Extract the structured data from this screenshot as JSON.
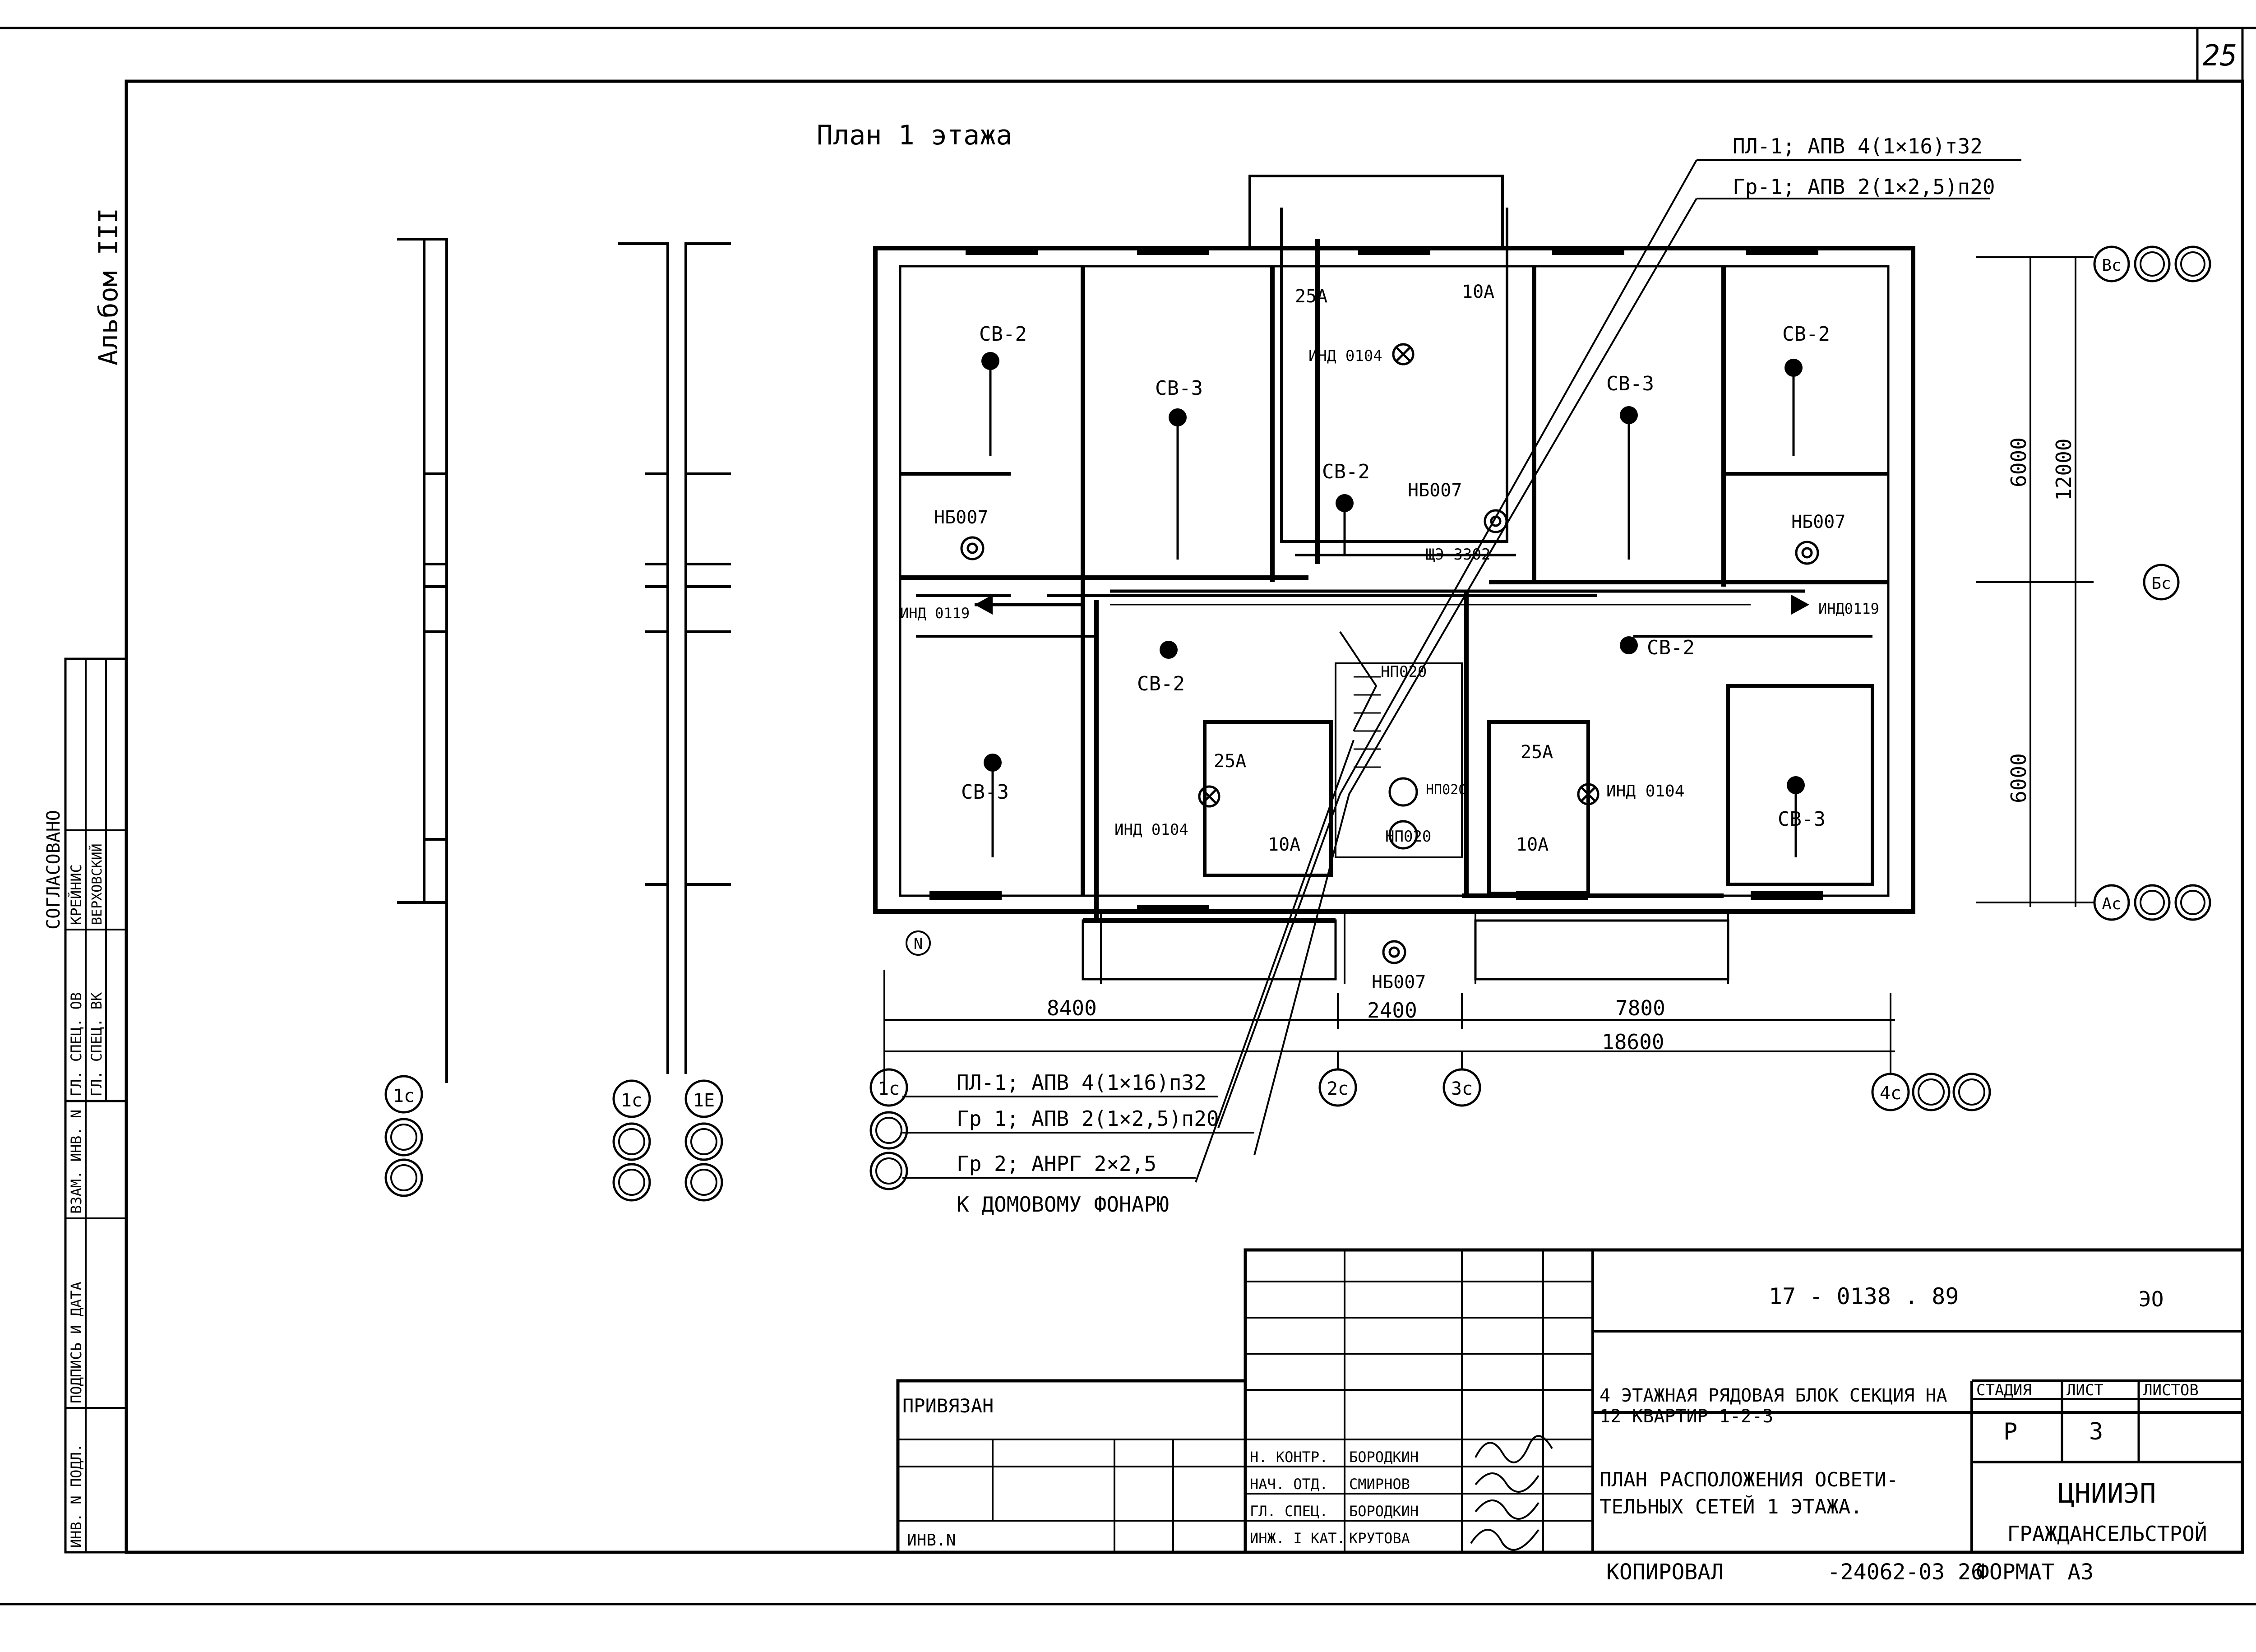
{
  "sheet": {
    "page_number": "25",
    "album_label": "Альбом III",
    "plan_title": "План 1 этажа"
  },
  "approval": {
    "heading": "СОГЛАСОВАНО",
    "rows": [
      {
        "role": "ГЛ. СПЕЦ. ОВ",
        "name": "КРЕЙНИС"
      },
      {
        "role": "ГЛ. СПЕЦ. ВК",
        "name": "ВЕРХОВСКИЙ"
      }
    ],
    "side_fields": [
      "ВЗАМ. ИНВ. N",
      "ПОДПИСЬ И ДАТА",
      "ИНВ. N ПОДЛ."
    ]
  },
  "leaders_top": [
    "ПЛ-1; АПВ 4(1×16)т32",
    "Гр-1; АПВ 2(1×2,5)п20"
  ],
  "leaders_bottom": [
    "ПЛ-1; АПВ 4(1×16)п32",
    "Гр 1; АПВ 2(1×2,5)п20",
    "Гр 2; АНРГ 2×2,5",
    "К ДОМОВОМУ ФОНАРЮ"
  ],
  "room_labels": {
    "cv2_left": "СВ-2",
    "cv3_top_left": "СВ-3",
    "cv2_mid": "СВ-2",
    "cv3_right": "СВ-3",
    "cv2_right": "СВ-2",
    "cv3_bottom_left": "СВ-3",
    "cv2_bottom_mid": "СВ-2",
    "cv2_bottom_right": "СВ-2",
    "cv3_bottom_right": "СВ-3",
    "nb007_left": "НБ007",
    "nb007_mid": "НБ007",
    "nb007_right": "НБ007",
    "nb007_bottom": "НБ007",
    "ind0119_left": "ИНД 0119",
    "ind0119_right": "ИНД0119",
    "ind0104_top": "ИНД 0104",
    "ind0104_bl": "ИНД 0104",
    "ind0104_br": "ИНД 0104",
    "a25_top": "25А",
    "a10_top": "10А",
    "a25_bl": "25А",
    "a10_bl": "10А",
    "a25_br": "25А",
    "a10_br": "10А",
    "shch": "ЩЭ-3302",
    "np020_a": "НП020",
    "np020_b": "НП020",
    "np020_c": "НП020",
    "n_mark": "N"
  },
  "dimensions": {
    "d8400": "8400",
    "d2400": "2400",
    "d7800": "7800",
    "d18600": "18600",
    "d6000a": "6000",
    "d6000b": "6000",
    "d12000": "12000"
  },
  "axes": {
    "bc": "Вс",
    "bc2": "Бс",
    "ac": "Ас",
    "c1": "1с",
    "c2": "2с",
    "c3": "3с",
    "c4": "4с",
    "e1": "1Е"
  },
  "title_block": {
    "doc_code": "17 - 0138 . 89",
    "doc_mark": "ЭО",
    "bound_to": "ПРИВЯЗАН",
    "inv_no": "ИНВ.N",
    "project_title": "4 ЭТАЖНАЯ РЯДОВАЯ БЛОК СЕКЦИЯ НА 12 КВАРТИР 1-2-3",
    "sheet_title": "ПЛАН РАСПОЛОЖЕНИЯ ОСВЕТИ-ТЕЛЬНЫХ СЕТЕЙ 1 ЭТАЖА.",
    "stage_header": "СТАДИЯ",
    "sheet_header": "ЛИСТ",
    "sheets_header": "ЛИСТОВ",
    "stage": "Р",
    "sheet": "3",
    "sheets": "",
    "org": "ЦНИИЭП",
    "org2": "ГРАЖДАНСЕЛЬСТРОЙ",
    "signers": [
      {
        "role": "Н. КОНТР.",
        "name": "БОРОДКИН"
      },
      {
        "role": "НАЧ. ОТД.",
        "name": "СМИРНОВ"
      },
      {
        "role": "ГЛ. СПЕЦ.",
        "name": "БОРОДКИН"
      },
      {
        "role": "ИНЖ. I КАТ.",
        "name": "КРУТОВА"
      }
    ],
    "copied": "КОПИРОВАЛ",
    "order_no": "-24062-03 26",
    "format": "ФОРМАТ А3"
  }
}
